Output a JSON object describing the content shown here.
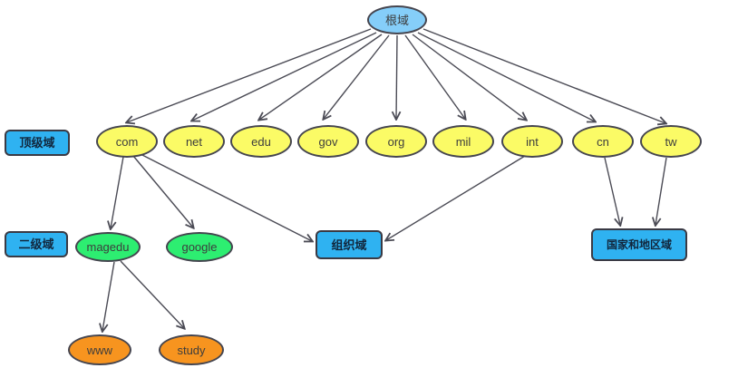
{
  "diagram": {
    "background": "#ffffff",
    "colors": {
      "root_fill": "#85cef9",
      "top_level_fill": "#fbfb66",
      "second_level_fill": "#2dee71",
      "third_level_fill": "#f7941f",
      "label_box_fill": "#2fb2f1",
      "node_border": "#45454f",
      "edge_stroke": "#4b4b55",
      "node_text": "#3d3d3d"
    },
    "nodes": {
      "root": {
        "label": "根域"
      },
      "tld_legend": {
        "label": "顶级域"
      },
      "sld_legend": {
        "label": "二级域"
      },
      "com": {
        "label": "com"
      },
      "net": {
        "label": "net"
      },
      "edu": {
        "label": "edu"
      },
      "gov": {
        "label": "gov"
      },
      "org": {
        "label": "org"
      },
      "mil": {
        "label": "mil"
      },
      "int": {
        "label": "int"
      },
      "cn": {
        "label": "cn"
      },
      "tw": {
        "label": "tw"
      },
      "magedu": {
        "label": "magedu"
      },
      "google": {
        "label": "google"
      },
      "org_domain": {
        "label": "组织域"
      },
      "country_domain": {
        "label": "国家和地区域"
      },
      "www": {
        "label": "www"
      },
      "study": {
        "label": "study"
      }
    },
    "edges": [
      {
        "from": "root",
        "to": "com"
      },
      {
        "from": "root",
        "to": "net"
      },
      {
        "from": "root",
        "to": "edu"
      },
      {
        "from": "root",
        "to": "gov"
      },
      {
        "from": "root",
        "to": "org"
      },
      {
        "from": "root",
        "to": "mil"
      },
      {
        "from": "root",
        "to": "int"
      },
      {
        "from": "root",
        "to": "cn"
      },
      {
        "from": "root",
        "to": "tw"
      },
      {
        "from": "com",
        "to": "magedu"
      },
      {
        "from": "com",
        "to": "google"
      },
      {
        "from": "com",
        "to": "org_domain"
      },
      {
        "from": "int",
        "to": "org_domain"
      },
      {
        "from": "cn",
        "to": "country_domain"
      },
      {
        "from": "tw",
        "to": "country_domain"
      },
      {
        "from": "magedu",
        "to": "www"
      },
      {
        "from": "magedu",
        "to": "study"
      }
    ]
  }
}
